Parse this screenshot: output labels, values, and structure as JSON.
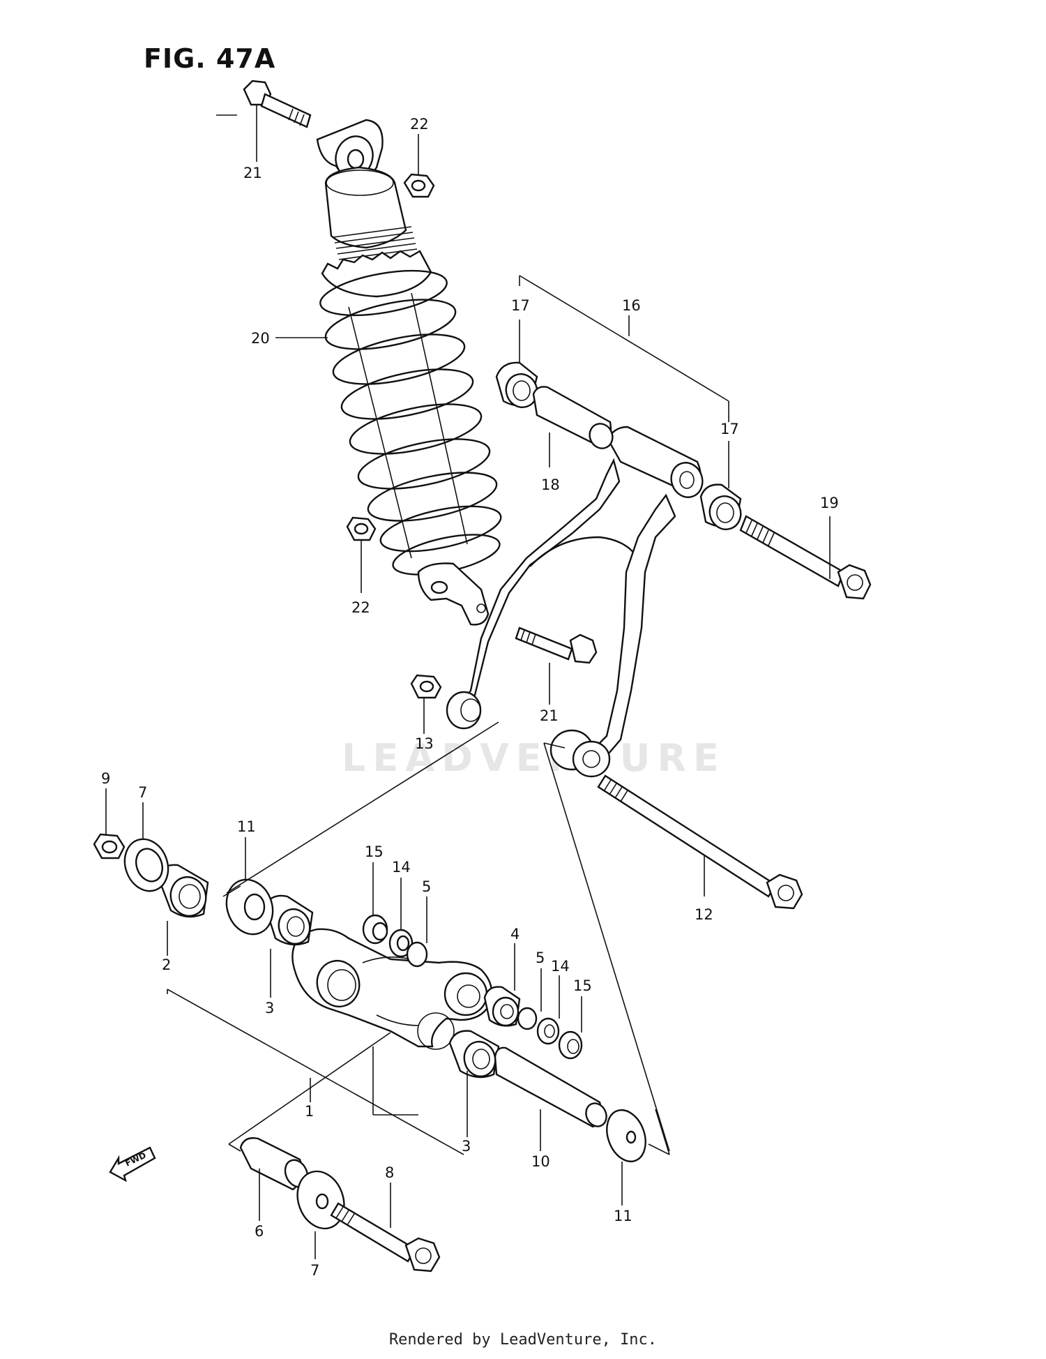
{
  "figure": {
    "title": "FIG. 47A"
  },
  "watermark": "LEADVENTURE",
  "fwd_label": "FWD",
  "footer": "Rendered by LeadVenture, Inc.",
  "callouts": {
    "c1": "1",
    "c2": "2",
    "c3a": "3",
    "c3b": "3",
    "c4": "4",
    "c5a": "5",
    "c5b": "5",
    "c6": "6",
    "c7a": "7",
    "c7b": "7",
    "c8": "8",
    "c9": "9",
    "c10": "10",
    "c11a": "11",
    "c11b": "11",
    "c12": "12",
    "c13": "13",
    "c14a": "14",
    "c14b": "14",
    "c15a": "15",
    "c15b": "15",
    "c16": "16",
    "c17a": "17",
    "c17b": "17",
    "c18": "18",
    "c19": "19",
    "c20": "20",
    "c21a": "21",
    "c21b": "21",
    "c22a": "22",
    "c22b": "22"
  }
}
